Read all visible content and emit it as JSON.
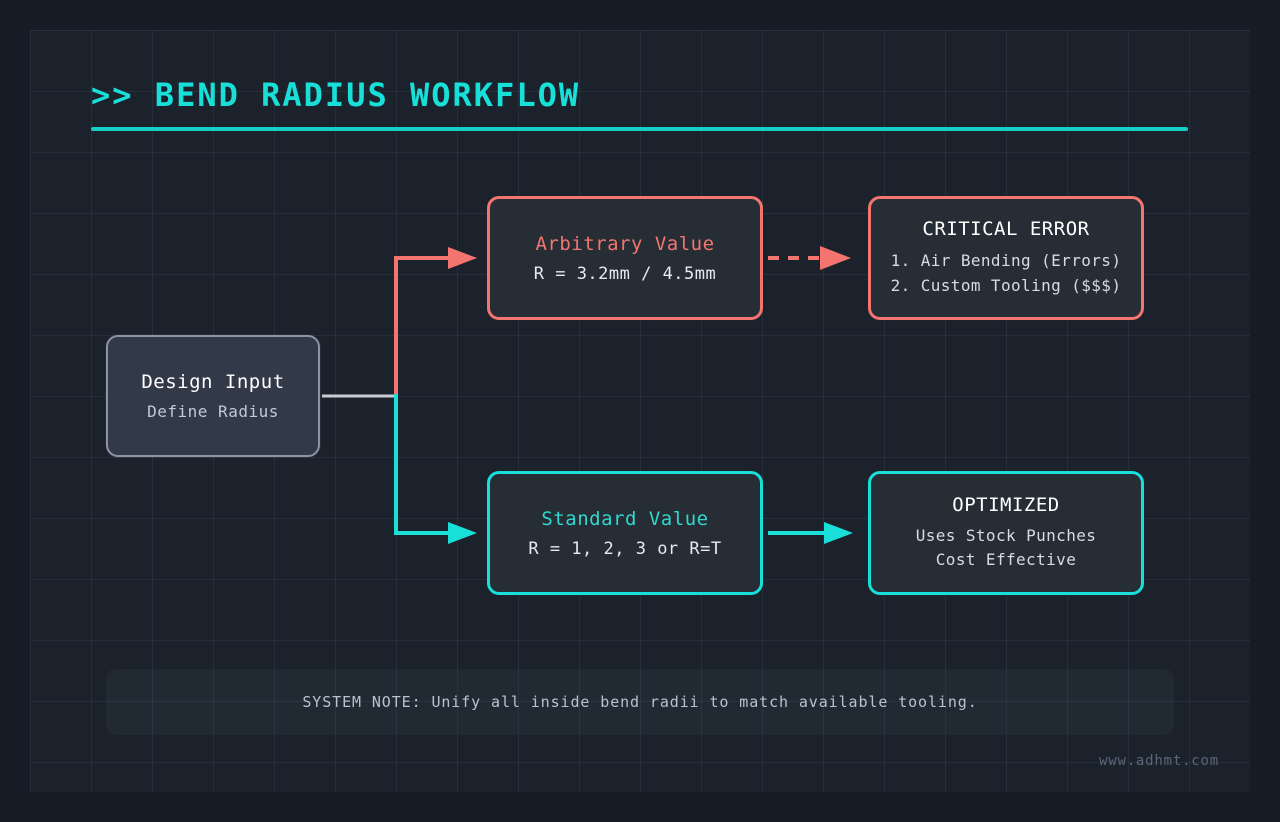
{
  "theme": {
    "page_bg": "#171d26",
    "grid_bg": "#1b222c",
    "accent_cyan": "#18e0d8",
    "accent_red": "#f4756f",
    "neutral_gray": "#8c93a5",
    "text_primary": "#ffffff",
    "text_secondary": "#d6dbe4"
  },
  "header": {
    "prefix": ">>",
    "title": ">> BEND RADIUS WORKFLOW"
  },
  "nodes": {
    "design_input": {
      "headline": "Design Input",
      "sub": "Define Radius",
      "accent": "#8c93a5"
    },
    "arbitrary": {
      "headline": "Arbitrary Value",
      "sub": "R = 3.2mm / 4.5mm",
      "accent": "#f4756f"
    },
    "critical": {
      "headline": "CRITICAL ERROR",
      "items": [
        "1. Air Bending (Errors)",
        "2. Custom Tooling ($$$)"
      ],
      "accent": "#f4756f"
    },
    "standard": {
      "headline": "Standard Value",
      "sub": "R = 1, 2, 3 or R=T",
      "accent": "#18e0d8"
    },
    "optimized": {
      "headline": "OPTIMIZED",
      "lines": [
        "Uses Stock Punches",
        "Cost Effective"
      ],
      "accent": "#18e0d8"
    }
  },
  "connectors": {
    "trunk": {
      "style": "solid",
      "color": "#c8ccd4",
      "label": "design-input-trunk"
    },
    "branch_up": {
      "style": "solid",
      "color": "#f4756f",
      "label": "branch-to-arbitrary"
    },
    "branch_down": {
      "style": "solid",
      "color": "#18e0d8",
      "label": "branch-to-standard"
    },
    "arbitrary_to_critical": {
      "style": "dashed",
      "color": "#f4756f",
      "label": "arbitrary-to-critical"
    },
    "standard_to_optimized": {
      "style": "solid",
      "color": "#18e0d8",
      "label": "standard-to-optimized"
    }
  },
  "footer": {
    "note": "SYSTEM NOTE: Unify all inside bend radii to match available tooling.",
    "watermark": "www.adhmt.com"
  }
}
